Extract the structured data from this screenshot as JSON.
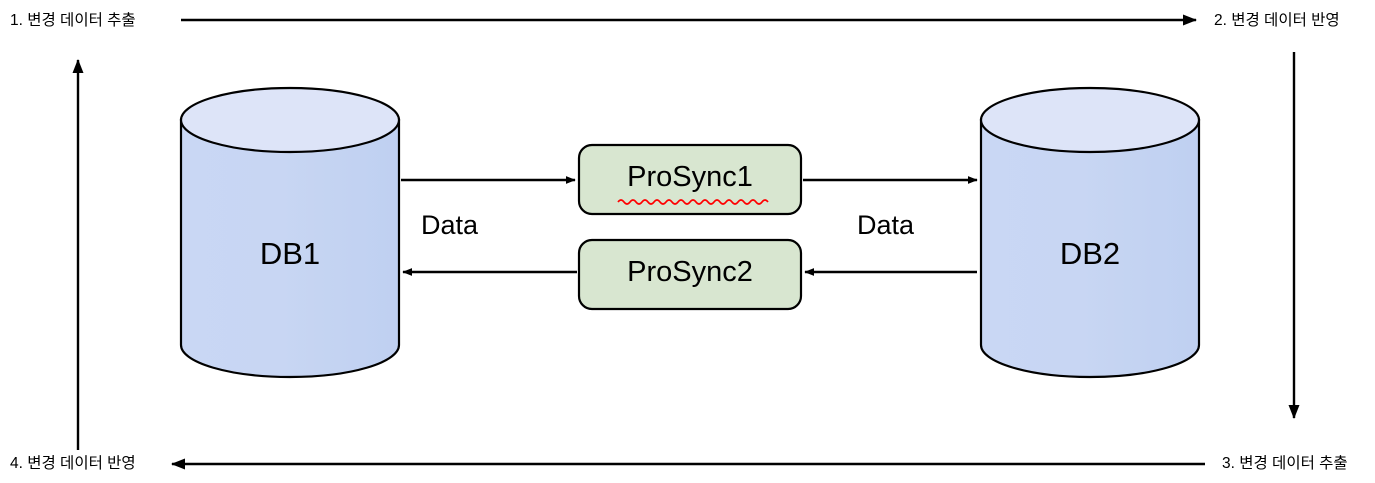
{
  "diagram": {
    "title": "Bi-directional database synchronization flow",
    "colors": {
      "db_body_fill": "#c3d3f2",
      "db_top_fill": "#dde4f8",
      "db_stroke": "#000000",
      "sync_fill": "#d8e6d0",
      "sync_stroke": "#000000",
      "arrow_stroke": "#000000",
      "spellcheck_underline": "#ff0000",
      "text": "#000000",
      "background": "#ffffff"
    },
    "steps": [
      {
        "id": "step1",
        "label": "1. 변경 데이터 추출",
        "position": "top-left"
      },
      {
        "id": "step2",
        "label": "2. 변경 데이터 반영",
        "position": "top-right"
      },
      {
        "id": "step3",
        "label": "3. 변경 데이터 추출",
        "position": "bottom-right"
      },
      {
        "id": "step4",
        "label": "4. 변경 데이터 반영",
        "position": "bottom-left"
      }
    ],
    "databases": [
      {
        "id": "db1",
        "label": "DB1",
        "position": "left"
      },
      {
        "id": "db2",
        "label": "DB2",
        "position": "right"
      }
    ],
    "sync_nodes": [
      {
        "id": "prosync1",
        "label": "ProSync1",
        "direction": "db1-to-db2",
        "spellcheck_flag": true
      },
      {
        "id": "prosync2",
        "label": "ProSync2",
        "direction": "db2-to-db1",
        "spellcheck_flag": false
      }
    ],
    "edge_labels": [
      {
        "id": "data-left",
        "label": "Data"
      },
      {
        "id": "data-right",
        "label": "Data"
      }
    ],
    "flow_arrows": [
      {
        "id": "top-arrow",
        "from": "step1",
        "to": "step2",
        "orientation": "horizontal",
        "direction": "right"
      },
      {
        "id": "right-arrow",
        "from": "step2",
        "to": "step3",
        "orientation": "vertical",
        "direction": "down"
      },
      {
        "id": "bottom-arrow",
        "from": "step3",
        "to": "step4",
        "orientation": "horizontal",
        "direction": "left"
      },
      {
        "id": "left-arrow",
        "from": "step4",
        "to": "step1",
        "orientation": "vertical",
        "direction": "up"
      },
      {
        "id": "db1-to-prosync1",
        "from": "db1",
        "to": "prosync1",
        "orientation": "horizontal",
        "direction": "right"
      },
      {
        "id": "prosync1-to-db2",
        "from": "prosync1",
        "to": "db2",
        "orientation": "horizontal",
        "direction": "right"
      },
      {
        "id": "db2-to-prosync2",
        "from": "db2",
        "to": "prosync2",
        "orientation": "horizontal",
        "direction": "left"
      },
      {
        "id": "prosync2-to-db1",
        "from": "prosync2",
        "to": "db1",
        "orientation": "horizontal",
        "direction": "left"
      }
    ]
  }
}
